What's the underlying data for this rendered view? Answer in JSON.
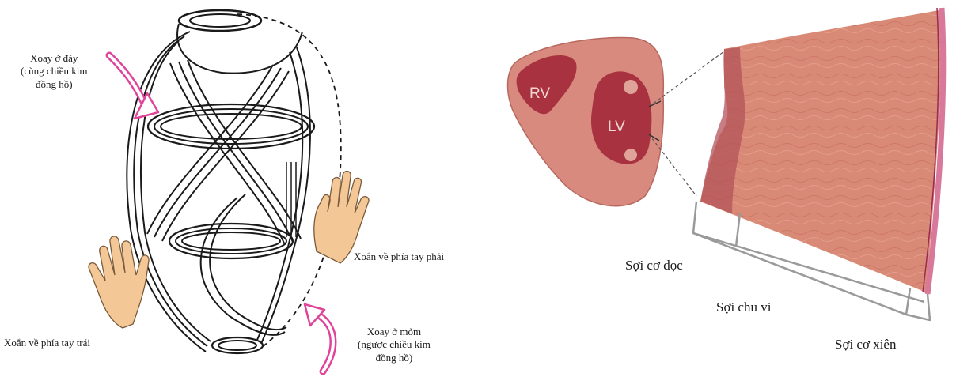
{
  "left_panel": {
    "base_rotation": [
      "Xoay ở đáy",
      "(cùng chiều kim",
      "đồng hồ)"
    ],
    "apex_rotation": [
      "Xoay ở mỏm",
      "(ngược chiều kim",
      "đồng hồ)"
    ],
    "right_hand_twist": "Xoắn về phía tay phải",
    "left_hand_twist": "Xoắn về phía tay trái"
  },
  "right_panel": {
    "rv_label": "RV",
    "lv_label": "LV",
    "longitudinal_fibers": "Sợi cơ dọc",
    "circumferential_fibers": "Sợi chu vi",
    "oblique_fibers": "Sợi cơ xiên"
  },
  "colors": {
    "arrow_pink": "#e0449a",
    "hand_skin": "#f4c796",
    "myocardium": "#d97e6d",
    "myocardium_dark": "#c65a53",
    "cavity": "#a8323f",
    "epicardium": "#d8789a"
  }
}
